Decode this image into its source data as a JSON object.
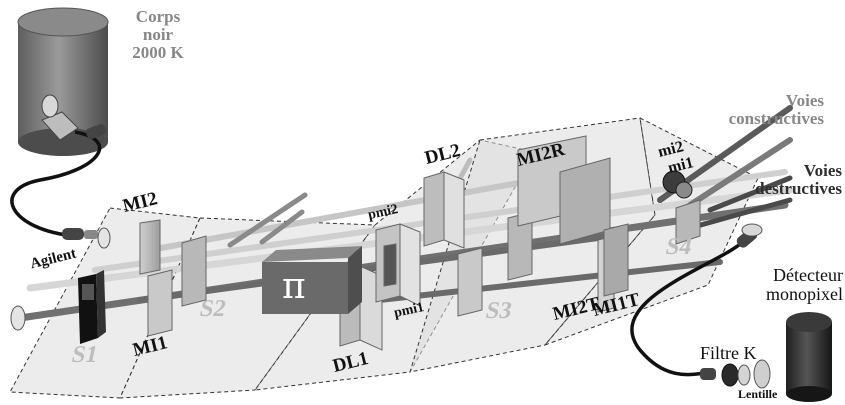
{
  "labels": {
    "corps": [
      "Corps",
      "noir",
      "2000 K"
    ],
    "voies_constructives": [
      "Voies",
      "constructives"
    ],
    "voies_destructives": [
      "Voies",
      "destructives"
    ],
    "detecteur": [
      "Détecteur",
      "monopixel"
    ],
    "filtre": "Filtre K",
    "lentille": "Lentille",
    "agilent": "Agilent",
    "pi": "π",
    "s1": "S1",
    "s2": "S2",
    "s3": "S3",
    "s4": "S4",
    "mi1": "MI1",
    "mi2": "MI2",
    "dl1": "DL1",
    "dl2": "DL2",
    "pmi1": "pmi1",
    "pmi2": "pmi2",
    "mi2t": "MI2T",
    "mi1t": "MI1T",
    "mi2r": "MI2R",
    "mi2_top": "mi2",
    "mi1_top": "mi1"
  },
  "colors": {
    "cylinder": "#7a7a7a",
    "plate_fill": "#d9d9d9",
    "beam_light": "#d8d8d8",
    "beam_dark": "#6e6e6e",
    "fiber": "#111111",
    "pi_box": "#6a6a6a"
  }
}
